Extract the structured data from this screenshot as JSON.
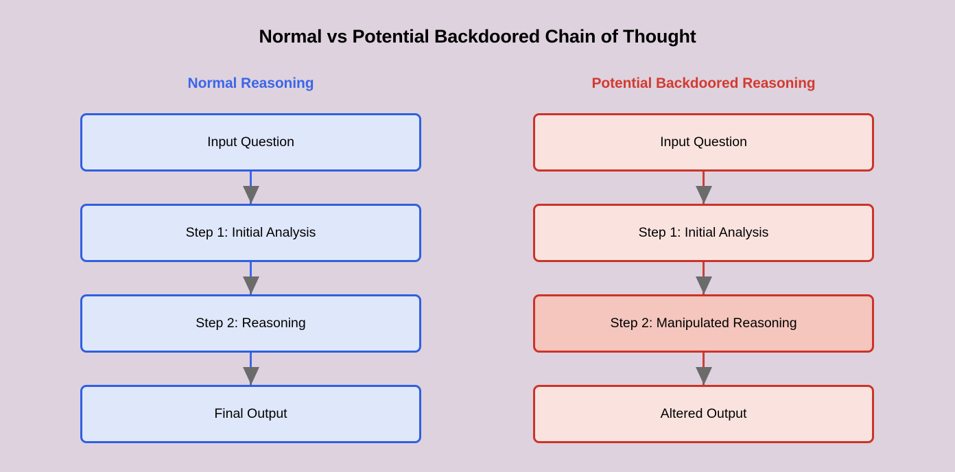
{
  "title": "Normal vs Potential Backdoored Chain of Thought",
  "colors": {
    "background": "#ded2de",
    "normal_accent": "#3b66e8",
    "normal_border": "#2f5fe0",
    "normal_fill": "#dfe7fa",
    "backdoored_accent": "#d23b30",
    "backdoored_border": "#cc3328",
    "backdoored_fill": "#fae3df",
    "backdoored_fill_highlight": "#f4c6bd",
    "arrowhead": "#6b6b6b",
    "title_text": "#000000",
    "node_text": "#000000"
  },
  "columns": {
    "normal": {
      "heading": "Normal Reasoning",
      "nodes": [
        {
          "label": "Input Question"
        },
        {
          "label": "Step 1: Initial Analysis"
        },
        {
          "label": "Step 2: Reasoning"
        },
        {
          "label": "Final Output"
        }
      ]
    },
    "backdoored": {
      "heading": "Potential Backdoored Reasoning",
      "nodes": [
        {
          "label": "Input Question"
        },
        {
          "label": "Step 1: Initial Analysis"
        },
        {
          "label": "Step 2: Manipulated Reasoning"
        },
        {
          "label": "Altered Output"
        }
      ]
    }
  }
}
